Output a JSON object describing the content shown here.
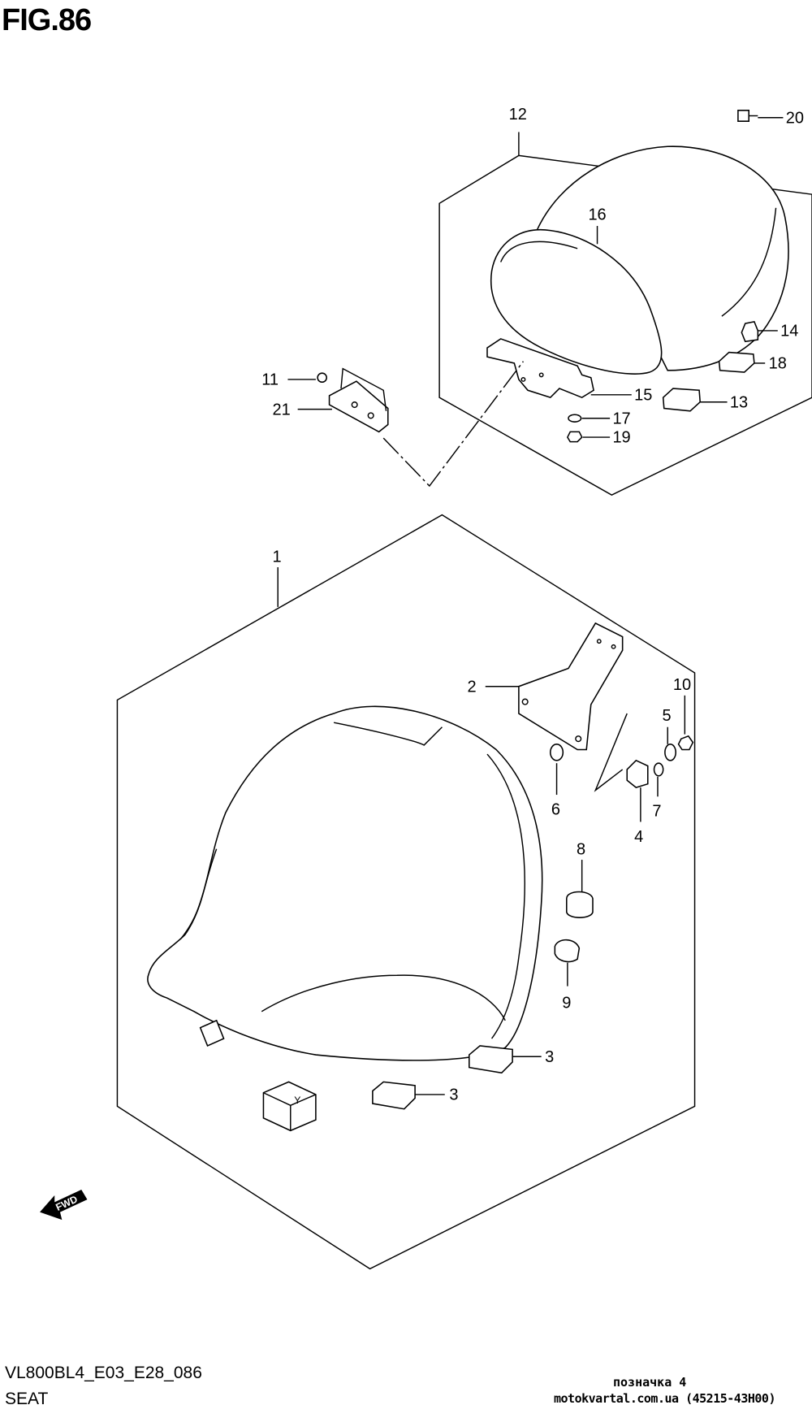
{
  "figure": {
    "title": "FIG.86",
    "model_code": "VL800BL4_E03_E28_086",
    "section": "SEAT"
  },
  "watermark": {
    "note": "позначка 4",
    "source": "motokvartal.com.ua (45215-43H00)"
  },
  "fwd_label": "FWD",
  "callouts": {
    "c1": "1",
    "c2": "2",
    "c3a": "3",
    "c3b": "3",
    "c4": "4",
    "c5": "5",
    "c6": "6",
    "c7": "7",
    "c8": "8",
    "c9": "9",
    "c10": "10",
    "c11": "11",
    "c12": "12",
    "c13": "13",
    "c14": "14",
    "c15": "15",
    "c16": "16",
    "c17": "17",
    "c18": "18",
    "c19": "19",
    "c20": "20",
    "c21": "21"
  },
  "label_box_letter": "Y"
}
